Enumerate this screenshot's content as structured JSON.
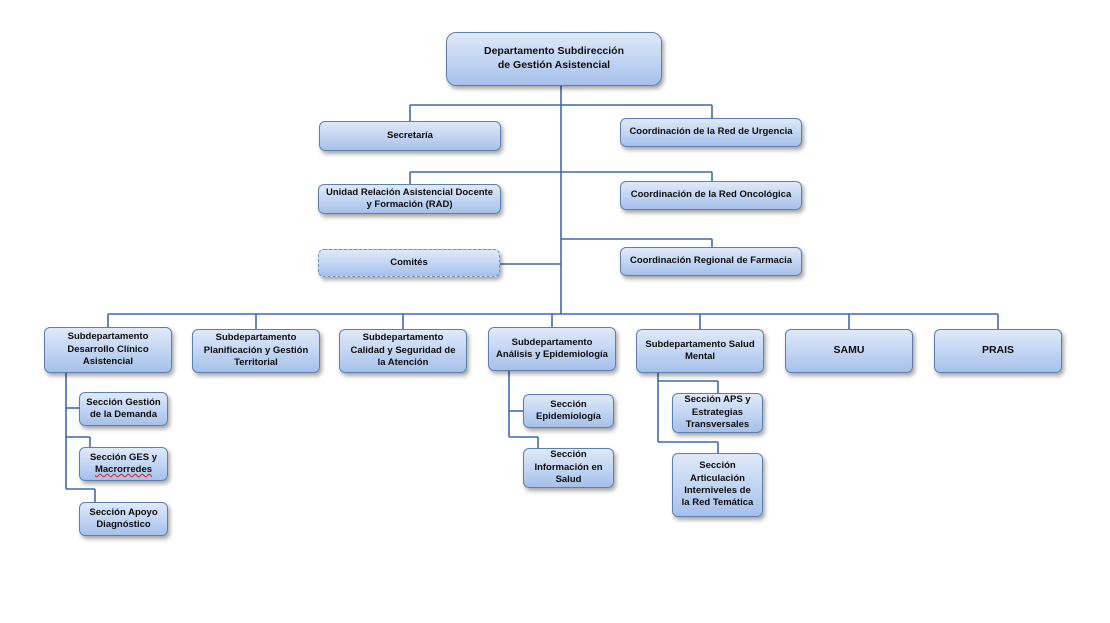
{
  "root": {
    "line1": "Departamento Subdirección",
    "line2": "de Gestión Asistencial"
  },
  "staff_left": {
    "secretaria": "Secretaría",
    "rad_line1": "Unidad Relación Asistencial Docente",
    "rad_line2": "y Formación (RAD)",
    "comites": "Comités"
  },
  "staff_right": {
    "urgencia": "Coordinación de la Red de Urgencia",
    "oncologica": "Coordinación de la Red Oncológica",
    "farmacia": "Coordinación Regional de Farmacia"
  },
  "subdepartments": {
    "desarrollo": {
      "l1": "Subdepartamento",
      "l2": "Desarrollo Clínico",
      "l3": "Asistencial"
    },
    "planificacion": {
      "l1": "Subdepartamento",
      "l2": "Planificación y Gestión",
      "l3": "Territorial"
    },
    "calidad": {
      "l1": "Subdepartamento",
      "l2": "Calidad y Seguridad de",
      "l3": "la Atención"
    },
    "analisis": {
      "l1": "Subdepartamento",
      "l2": "Análisis y Epidemiología"
    },
    "salud_mental": {
      "l1": "Subdepartamento Salud",
      "l2": "Mental"
    },
    "samu": "SAMU",
    "prais": "PRAIS"
  },
  "sections": {
    "gestion_demanda": {
      "l1": "Sección Gestión",
      "l2": "de la Demanda"
    },
    "ges": {
      "l1": "Sección GES y",
      "l2": "Macrorredes"
    },
    "apoyo": {
      "l1": "Sección Apoyo",
      "l2": "Diagnóstico"
    },
    "epidemiologia": {
      "l1": "Sección",
      "l2": "Epidemiología"
    },
    "informacion": {
      "l1": "Sección",
      "l2": "Información en",
      "l3": "Salud"
    },
    "aps": {
      "l1": "Sección APS y",
      "l2": "Estrategias",
      "l3": "Transversales"
    },
    "articulacion": {
      "l1": "Sección",
      "l2": "Articulación",
      "l3": "Interniveles de",
      "l4": "la Red Temática"
    }
  },
  "colors": {
    "connector": "#3f6aa8",
    "box_border": "#5d7fae",
    "box_fill_top": "#dfe9f9",
    "box_fill_bottom": "#a6c0ea"
  }
}
